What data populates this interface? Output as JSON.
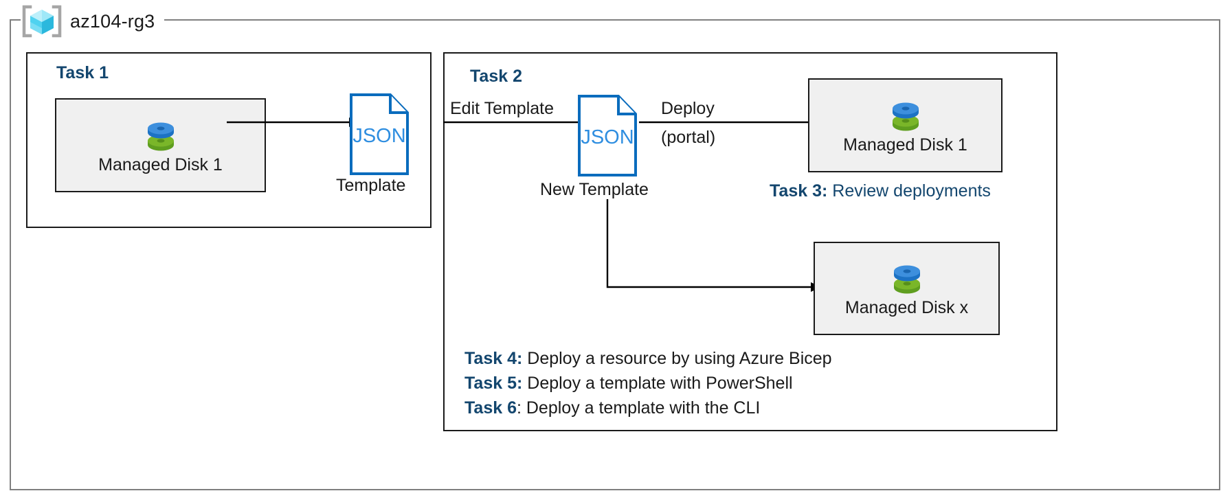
{
  "resource_group": {
    "name": "az104-rg3",
    "icon": "azure-resource-group-icon"
  },
  "tasks": {
    "task1": {
      "heading": "Task 1",
      "resource": {
        "label": "Managed Disk 1",
        "icon": "managed-disk-icon"
      },
      "template": {
        "doc_text": "JSON",
        "caption": "Template",
        "icon": "json-document-icon"
      },
      "arrow_label": ""
    },
    "task2": {
      "heading": "Task 2",
      "edit_label": "Edit Template",
      "template": {
        "doc_text": "JSON",
        "caption": "New Template",
        "icon": "json-document-icon"
      },
      "deploy_label_line1": "Deploy",
      "deploy_label_line2": "(portal)",
      "deployed_resource": {
        "label": "Managed Disk 1",
        "icon": "managed-disk-icon"
      },
      "secondary_resource": {
        "label": "Managed Disk x",
        "icon": "managed-disk-icon"
      }
    },
    "task3": {
      "key": "Task 3:",
      "description": "Review deployments"
    },
    "task4": {
      "key": "Task 4:",
      "description": "Deploy a resource by using Azure Bicep"
    },
    "task5": {
      "key": "Task 5:",
      "description": "Deploy a template with PowerShell"
    },
    "task6": {
      "key": "Task 6",
      "description": ": Deploy a template with the CLI"
    }
  },
  "colors": {
    "task_heading": "#13466e",
    "json_blue": "#0a6cbd",
    "json_text_blue": "#2f8ee0",
    "disk_blue": "#3d8fdd",
    "disk_green": "#7ab629",
    "card_fill": "#f0f0f0",
    "frame_gray": "#7f7f7f",
    "stroke_black": "#1a1a1a",
    "cube_cyan": "#4fd2f0"
  }
}
